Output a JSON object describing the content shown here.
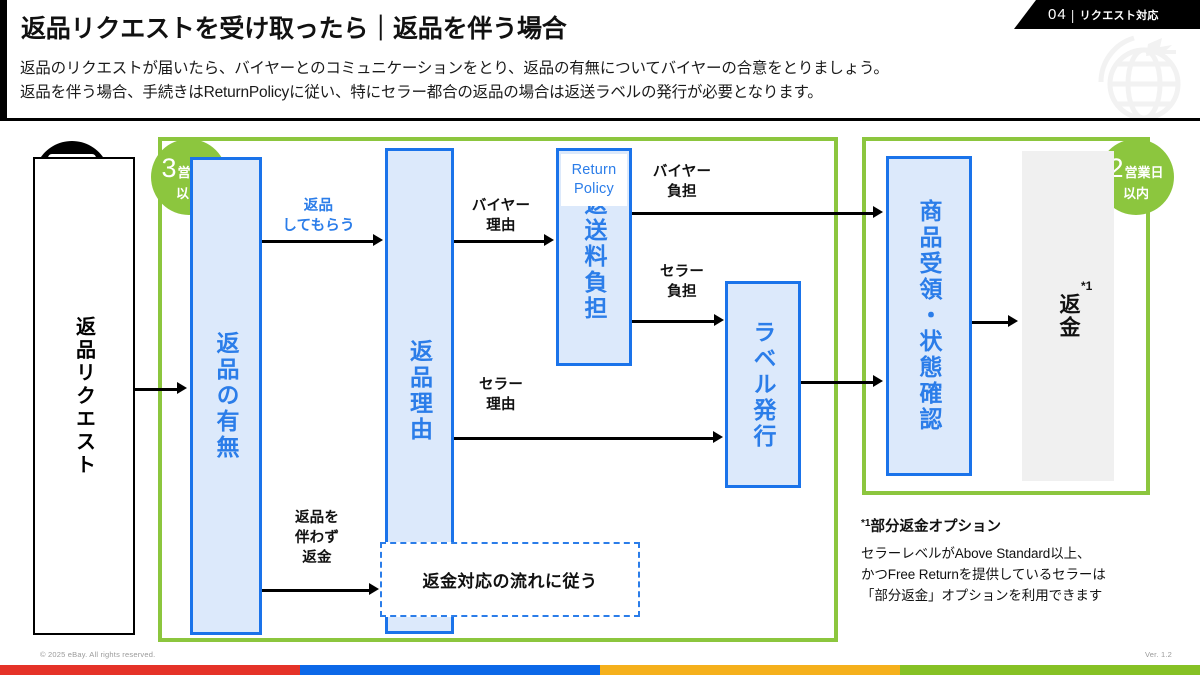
{
  "header": {
    "title": "返品リクエストを受け取ったら｜返品を伴う場合",
    "subtitle_line1": "返品のリクエストが届いたら、バイヤーとのコミュニケーションをとり、返品の有無についてバイヤーの合意をとりましょう。",
    "subtitle_line2": "返品を伴う場合、手続きはReturnPolicyに従い、特にセラー都合の返品の場合は返送ラベルの発行が必要となります。",
    "tag_number": "04",
    "tag_separator": "|",
    "tag_label": "リクエスト対応",
    "watermark_icon": "globe-airplane-icon"
  },
  "badges": [
    {
      "name": "sla-left",
      "number": "3",
      "unit": "営業日",
      "suffix": "以内"
    },
    {
      "name": "sla-right",
      "number": "2",
      "unit": "営業日",
      "suffix": "以内"
    }
  ],
  "flow": {
    "icon": "return-package-bubble-icon",
    "nodes": {
      "request": "返品リクエスト",
      "has_return": "返品の有無",
      "return_reason": "返品理由",
      "return_policy_tag_line1": "Return",
      "return_policy_tag_line2": "Policy",
      "shipping_cost": "返送料負担",
      "label_issue": "ラベル発行",
      "receive_check": "商品受領・状態確認",
      "refund": "返金",
      "refund_star": "*1",
      "refund_flow": "返金対応の流れに従う"
    },
    "edges": {
      "do_return": "返品\nしてもらう",
      "no_return_refund": "返品を\n伴わず\n返金",
      "buyer_reason": "バイヤー\n理由",
      "seller_reason": "セラー\n理由",
      "buyer_pays": "バイヤー\n負担",
      "seller_pays": "セラー\n負担"
    }
  },
  "footnote": {
    "marker": "*1",
    "title": "部分返金オプション",
    "line1": "セラーレベルがAbove Standard以上、",
    "line2": "かつFree Returnを提供しているセラーは",
    "line3": "「部分返金」オプションを利用できます"
  },
  "footer": {
    "copyright": "© 2025 eBay. All rights reserved.",
    "version": "Ver. 1.2",
    "bar_colors": [
      "#e53228",
      "#0c68e8",
      "#f5b01c",
      "#86c125"
    ]
  },
  "colors": {
    "green": "#8cc63e",
    "blue_border": "#1a73ea",
    "blue_fill": "#dce9fb",
    "blue_text": "#2b7de9",
    "gray_fill": "#f0f0f0",
    "black": "#000000",
    "accent_yellow": "#f5b01c"
  }
}
